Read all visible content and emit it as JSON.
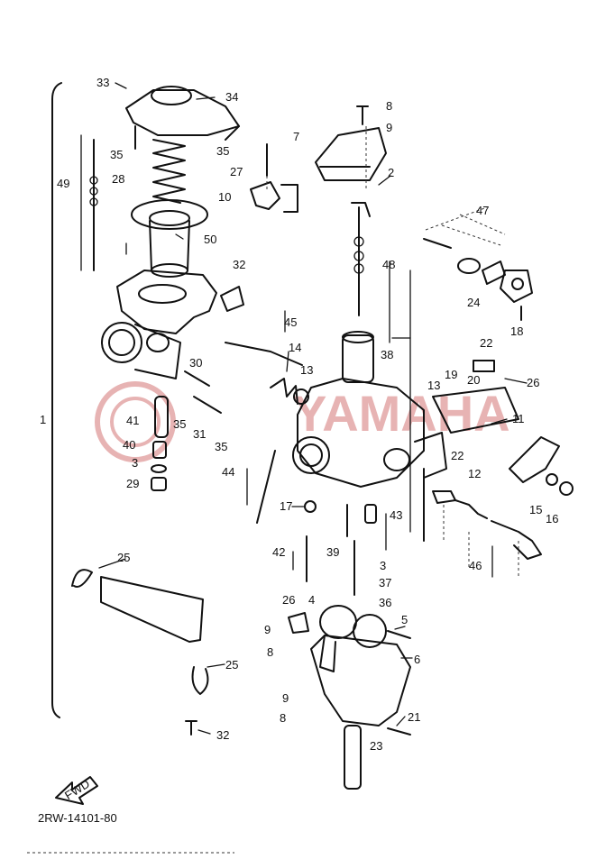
{
  "watermark": {
    "brand": "YAMAHA",
    "color": "#e4a6a6"
  },
  "fwd_label": "FWD",
  "catalog_code": "2RW-14101-80",
  "callouts": [
    {
      "id": "c33",
      "text": "33"
    },
    {
      "id": "c34",
      "text": "34"
    },
    {
      "id": "c35a",
      "text": "35"
    },
    {
      "id": "c28",
      "text": "28"
    },
    {
      "id": "c49",
      "text": "49"
    },
    {
      "id": "c35b",
      "text": "35"
    },
    {
      "id": "c7",
      "text": "7"
    },
    {
      "id": "c27",
      "text": "27"
    },
    {
      "id": "c10",
      "text": "10"
    },
    {
      "id": "c8a",
      "text": "8"
    },
    {
      "id": "c9a",
      "text": "9"
    },
    {
      "id": "c2",
      "text": "2"
    },
    {
      "id": "c47",
      "text": "47"
    },
    {
      "id": "c50",
      "text": "50"
    },
    {
      "id": "c32a",
      "text": "32"
    },
    {
      "id": "c48",
      "text": "48"
    },
    {
      "id": "c24",
      "text": "24"
    },
    {
      "id": "c18",
      "text": "18"
    },
    {
      "id": "c45",
      "text": "45"
    },
    {
      "id": "c14",
      "text": "14"
    },
    {
      "id": "c38",
      "text": "38"
    },
    {
      "id": "c22a",
      "text": "22"
    },
    {
      "id": "c30",
      "text": "30"
    },
    {
      "id": "c13a",
      "text": "13"
    },
    {
      "id": "c19",
      "text": "19"
    },
    {
      "id": "c20",
      "text": "20"
    },
    {
      "id": "c26a",
      "text": "26"
    },
    {
      "id": "c13b",
      "text": "13"
    },
    {
      "id": "c11",
      "text": "11"
    },
    {
      "id": "c1",
      "text": "1"
    },
    {
      "id": "c41",
      "text": "41"
    },
    {
      "id": "c35c",
      "text": "35"
    },
    {
      "id": "c31",
      "text": "31"
    },
    {
      "id": "c40",
      "text": "40"
    },
    {
      "id": "c35d",
      "text": "35"
    },
    {
      "id": "c22b",
      "text": "22"
    },
    {
      "id": "c12",
      "text": "12"
    },
    {
      "id": "c3a",
      "text": "3"
    },
    {
      "id": "c29",
      "text": "29"
    },
    {
      "id": "c44",
      "text": "44"
    },
    {
      "id": "c15",
      "text": "15"
    },
    {
      "id": "c16",
      "text": "16"
    },
    {
      "id": "c17",
      "text": "17"
    },
    {
      "id": "c43",
      "text": "43"
    },
    {
      "id": "c42",
      "text": "42"
    },
    {
      "id": "c39",
      "text": "39"
    },
    {
      "id": "c46",
      "text": "46"
    },
    {
      "id": "c25a",
      "text": "25"
    },
    {
      "id": "c3b",
      "text": "3"
    },
    {
      "id": "c37",
      "text": "37"
    },
    {
      "id": "c36",
      "text": "36"
    },
    {
      "id": "c26b",
      "text": "26"
    },
    {
      "id": "c4",
      "text": "4"
    },
    {
      "id": "c5",
      "text": "5"
    },
    {
      "id": "c9b",
      "text": "9"
    },
    {
      "id": "c8b",
      "text": "8"
    },
    {
      "id": "c6",
      "text": "6"
    },
    {
      "id": "c25b",
      "text": "25"
    },
    {
      "id": "c9c",
      "text": "9"
    },
    {
      "id": "c8c",
      "text": "8"
    },
    {
      "id": "c21",
      "text": "21"
    },
    {
      "id": "c32b",
      "text": "32"
    },
    {
      "id": "c23",
      "text": "23"
    }
  ]
}
